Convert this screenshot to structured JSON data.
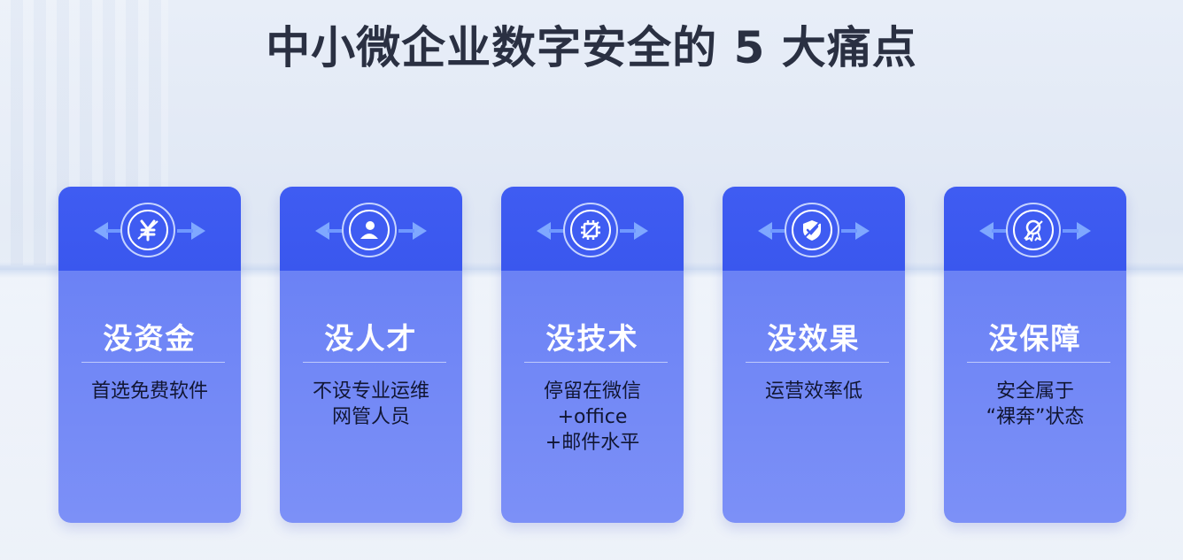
{
  "page": {
    "title": "中小微企业数字安全的 5 大痛点"
  },
  "colors": {
    "card_top": "#3f5cf2",
    "card_bottom": "#7c90f7",
    "title_text": "#2a3042",
    "desc_text": "#111633"
  },
  "cards": [
    {
      "icon": "yuan-icon",
      "heading": "没资金",
      "description": "首选免费软件"
    },
    {
      "icon": "person-icon",
      "heading": "没人才",
      "description": "不设专业运维\n网管人员"
    },
    {
      "icon": "chip-icon",
      "heading": "没技术",
      "description": "停留在微信\n+office\n+邮件水平"
    },
    {
      "icon": "shield-check-icon",
      "heading": "没效果",
      "description": "运营效率低"
    },
    {
      "icon": "badge-broken-icon",
      "heading": "没保障",
      "description": "安全属于\n“裸奔”状态"
    }
  ]
}
